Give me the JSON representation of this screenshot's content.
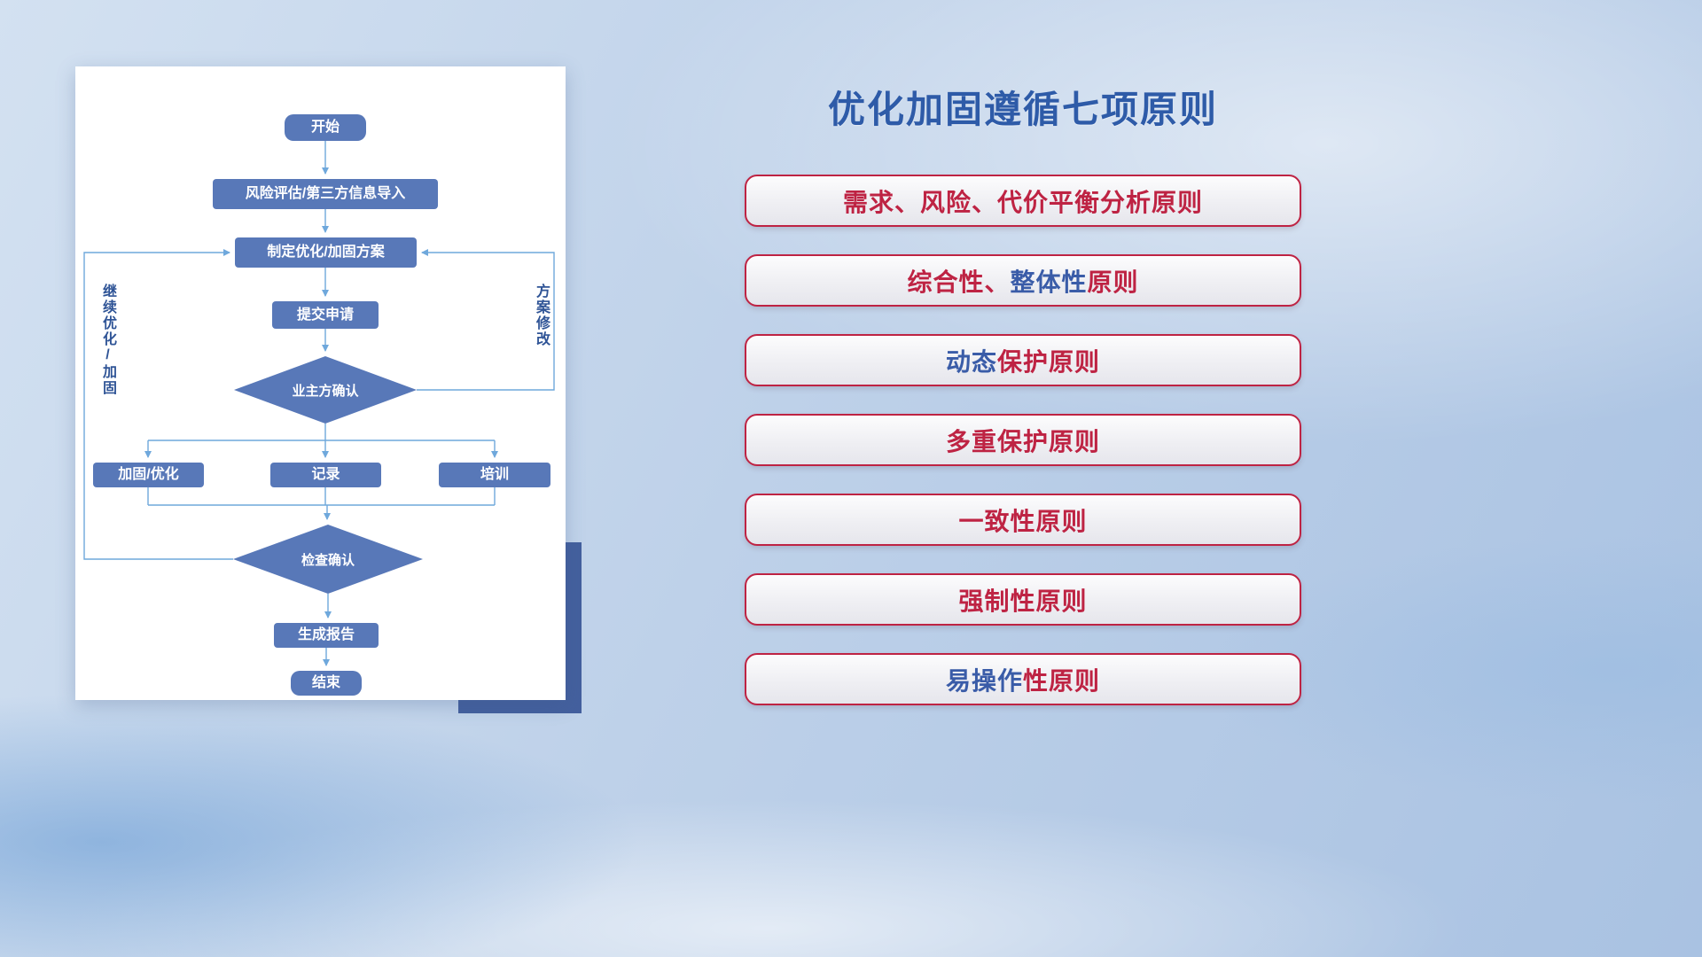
{
  "title": "优化加固遵循七项原则",
  "flowchart": {
    "start": "开始",
    "risk": "风险评估/第三方信息导入",
    "plan": "制定优化/加固方案",
    "submit": "提交申请",
    "owner_confirm": "业主方确认",
    "harden": "加固/优化",
    "record": "记录",
    "training": "培训",
    "check_confirm": "检查确认",
    "report": "生成报告",
    "end": "结束",
    "loop_left": "继续优化/加固",
    "loop_right": "方案修改"
  },
  "principles": [
    {
      "segments": [
        {
          "text": "需求、风险、代价平衡分析原则",
          "color": "red"
        }
      ]
    },
    {
      "segments": [
        {
          "text": "综合性、",
          "color": "red"
        },
        {
          "text": "整体性",
          "color": "blue"
        },
        {
          "text": "原则",
          "color": "red"
        }
      ]
    },
    {
      "segments": [
        {
          "text": "动态",
          "color": "blue"
        },
        {
          "text": "保护原则",
          "color": "red"
        }
      ]
    },
    {
      "segments": [
        {
          "text": "多重保护原则",
          "color": "red"
        }
      ]
    },
    {
      "segments": [
        {
          "text": "一致性原则",
          "color": "red"
        }
      ]
    },
    {
      "segments": [
        {
          "text": "强制性原则",
          "color": "red"
        }
      ]
    },
    {
      "segments": [
        {
          "text": "易操作",
          "color": "blue"
        },
        {
          "text": "性原则",
          "color": "red"
        }
      ]
    }
  ],
  "colors": {
    "red": "#BE2343",
    "blue": "#3A5CA8",
    "title": "#2E5BA8",
    "node_fill": "#5878B8",
    "connector": "#6FA8DC",
    "accent_rect": "#44609E"
  }
}
